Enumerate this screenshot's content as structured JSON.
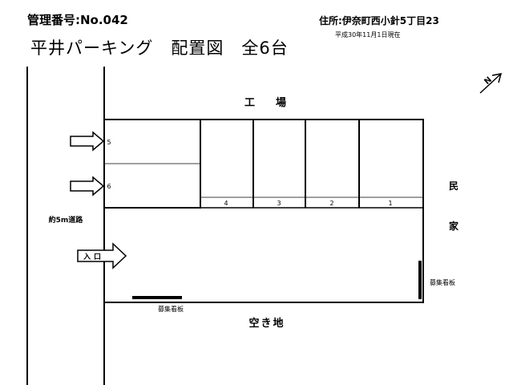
{
  "header": {
    "management_number": "管理番号:No.042",
    "title": "平井パーキング　配置図　全6台",
    "address": "住所:伊奈町西小針5丁目23",
    "as_of": "平成30年11月1日現在"
  },
  "map": {
    "factory_label": "工　　場",
    "residence_label_1": "民",
    "residence_label_2": "家",
    "vacant_lot_label": "空き地",
    "road_label": "約5m道路",
    "entrance_label": "入口",
    "sign_label_bottom": "募集看板",
    "sign_label_right": "募集看板",
    "north_label": "N"
  },
  "spaces": [
    {
      "number": "1"
    },
    {
      "number": "2"
    },
    {
      "number": "3"
    },
    {
      "number": "4"
    },
    {
      "number": "5"
    },
    {
      "number": "6"
    }
  ]
}
